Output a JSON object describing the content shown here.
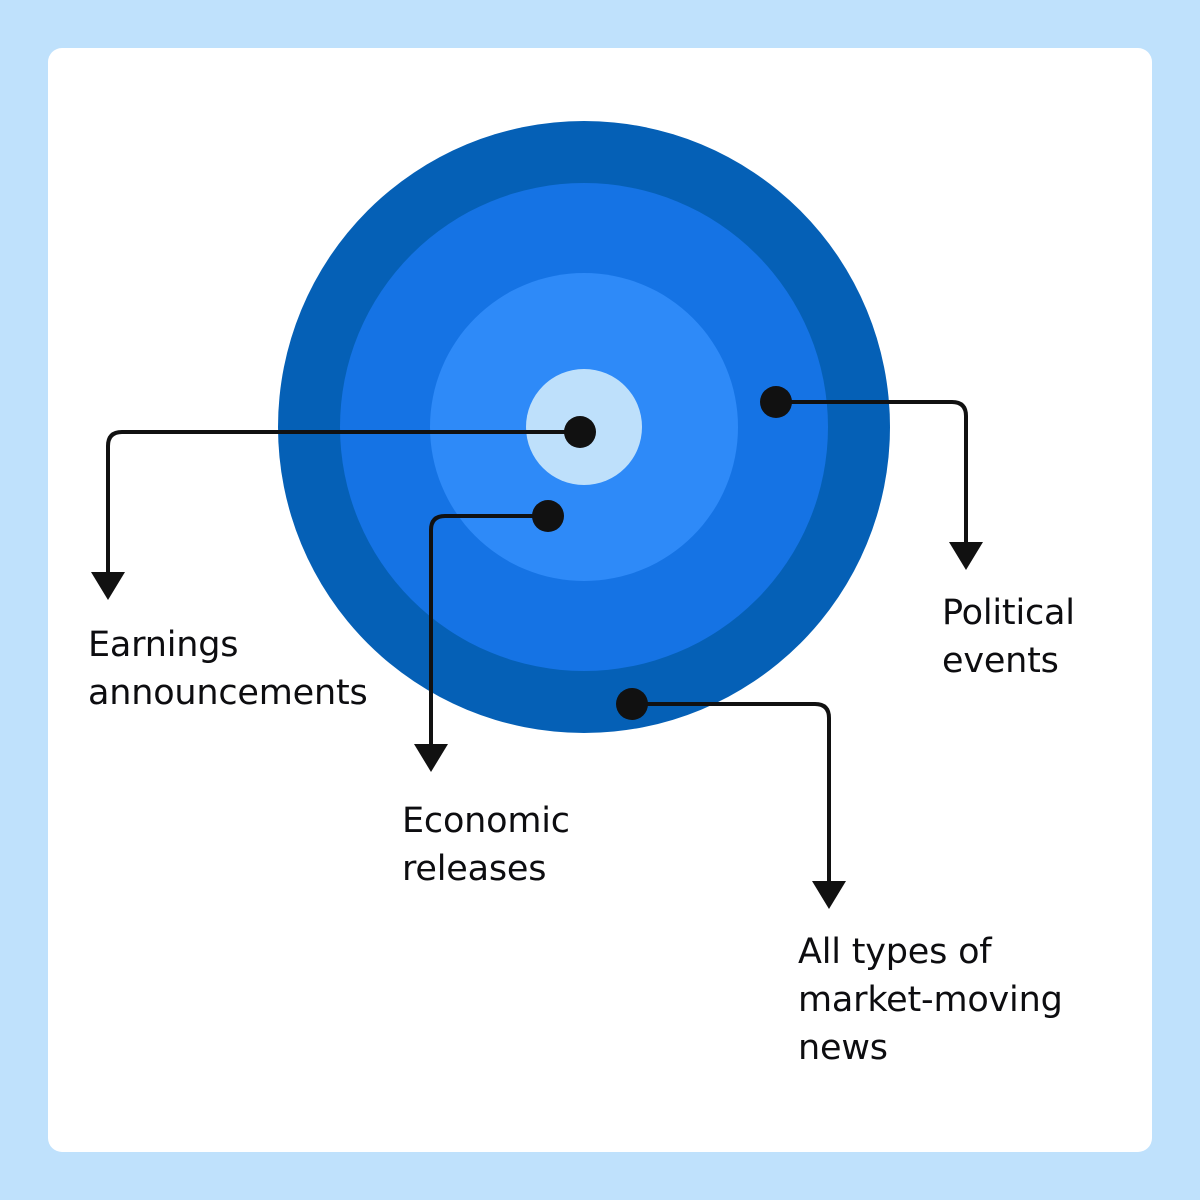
{
  "colors": {
    "background": "#bfe1fc",
    "card": "#ffffff",
    "ring_outer": "#0560b6",
    "ring_second": "#1573e4",
    "ring_third": "#2e8af8",
    "core": "#bee0fb",
    "connector": "#111111",
    "text": "#0d0d10"
  },
  "labels": {
    "earnings": [
      "Earnings",
      "announcements"
    ],
    "economic": [
      "Economic",
      "releases"
    ],
    "political": [
      "Political",
      "events"
    ],
    "news": [
      "All types of",
      "market-moving",
      "news"
    ]
  }
}
